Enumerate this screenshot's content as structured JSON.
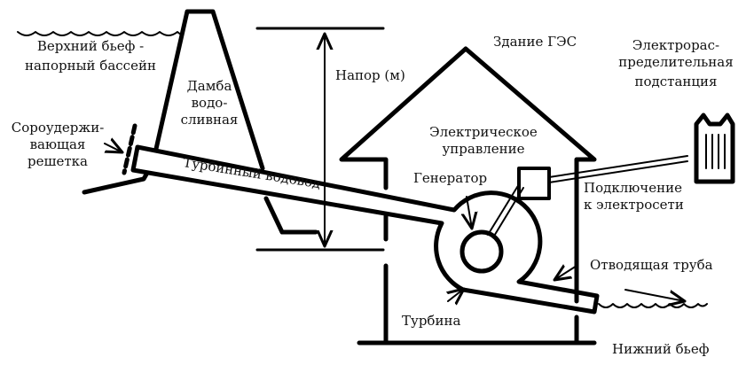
{
  "labels": {
    "upper_pool_1": "Верхний бьеф -",
    "upper_pool_2": "напорный бассейн",
    "dam_1": "Дамба",
    "dam_2": "водо-",
    "dam_3": "сливная",
    "trash_rack_1": "Сороудержи-",
    "trash_rack_2": "вающая",
    "trash_rack_3": "решетка",
    "penstock": "Турбинный водовод",
    "head": "Напор (м)",
    "powerhouse": "Здание ГЭС",
    "control_1": "Электрическое",
    "control_2": "управление",
    "generator": "Генератор",
    "substation_1": "Электрорас-",
    "substation_2": "пределительная",
    "substation_3": "подстанция",
    "grid_1": "Подключение",
    "grid_2": "к электросети",
    "outflow": "Отводящая труба",
    "turbine": "Турбина",
    "lower_pool": "Нижний бьеф"
  }
}
